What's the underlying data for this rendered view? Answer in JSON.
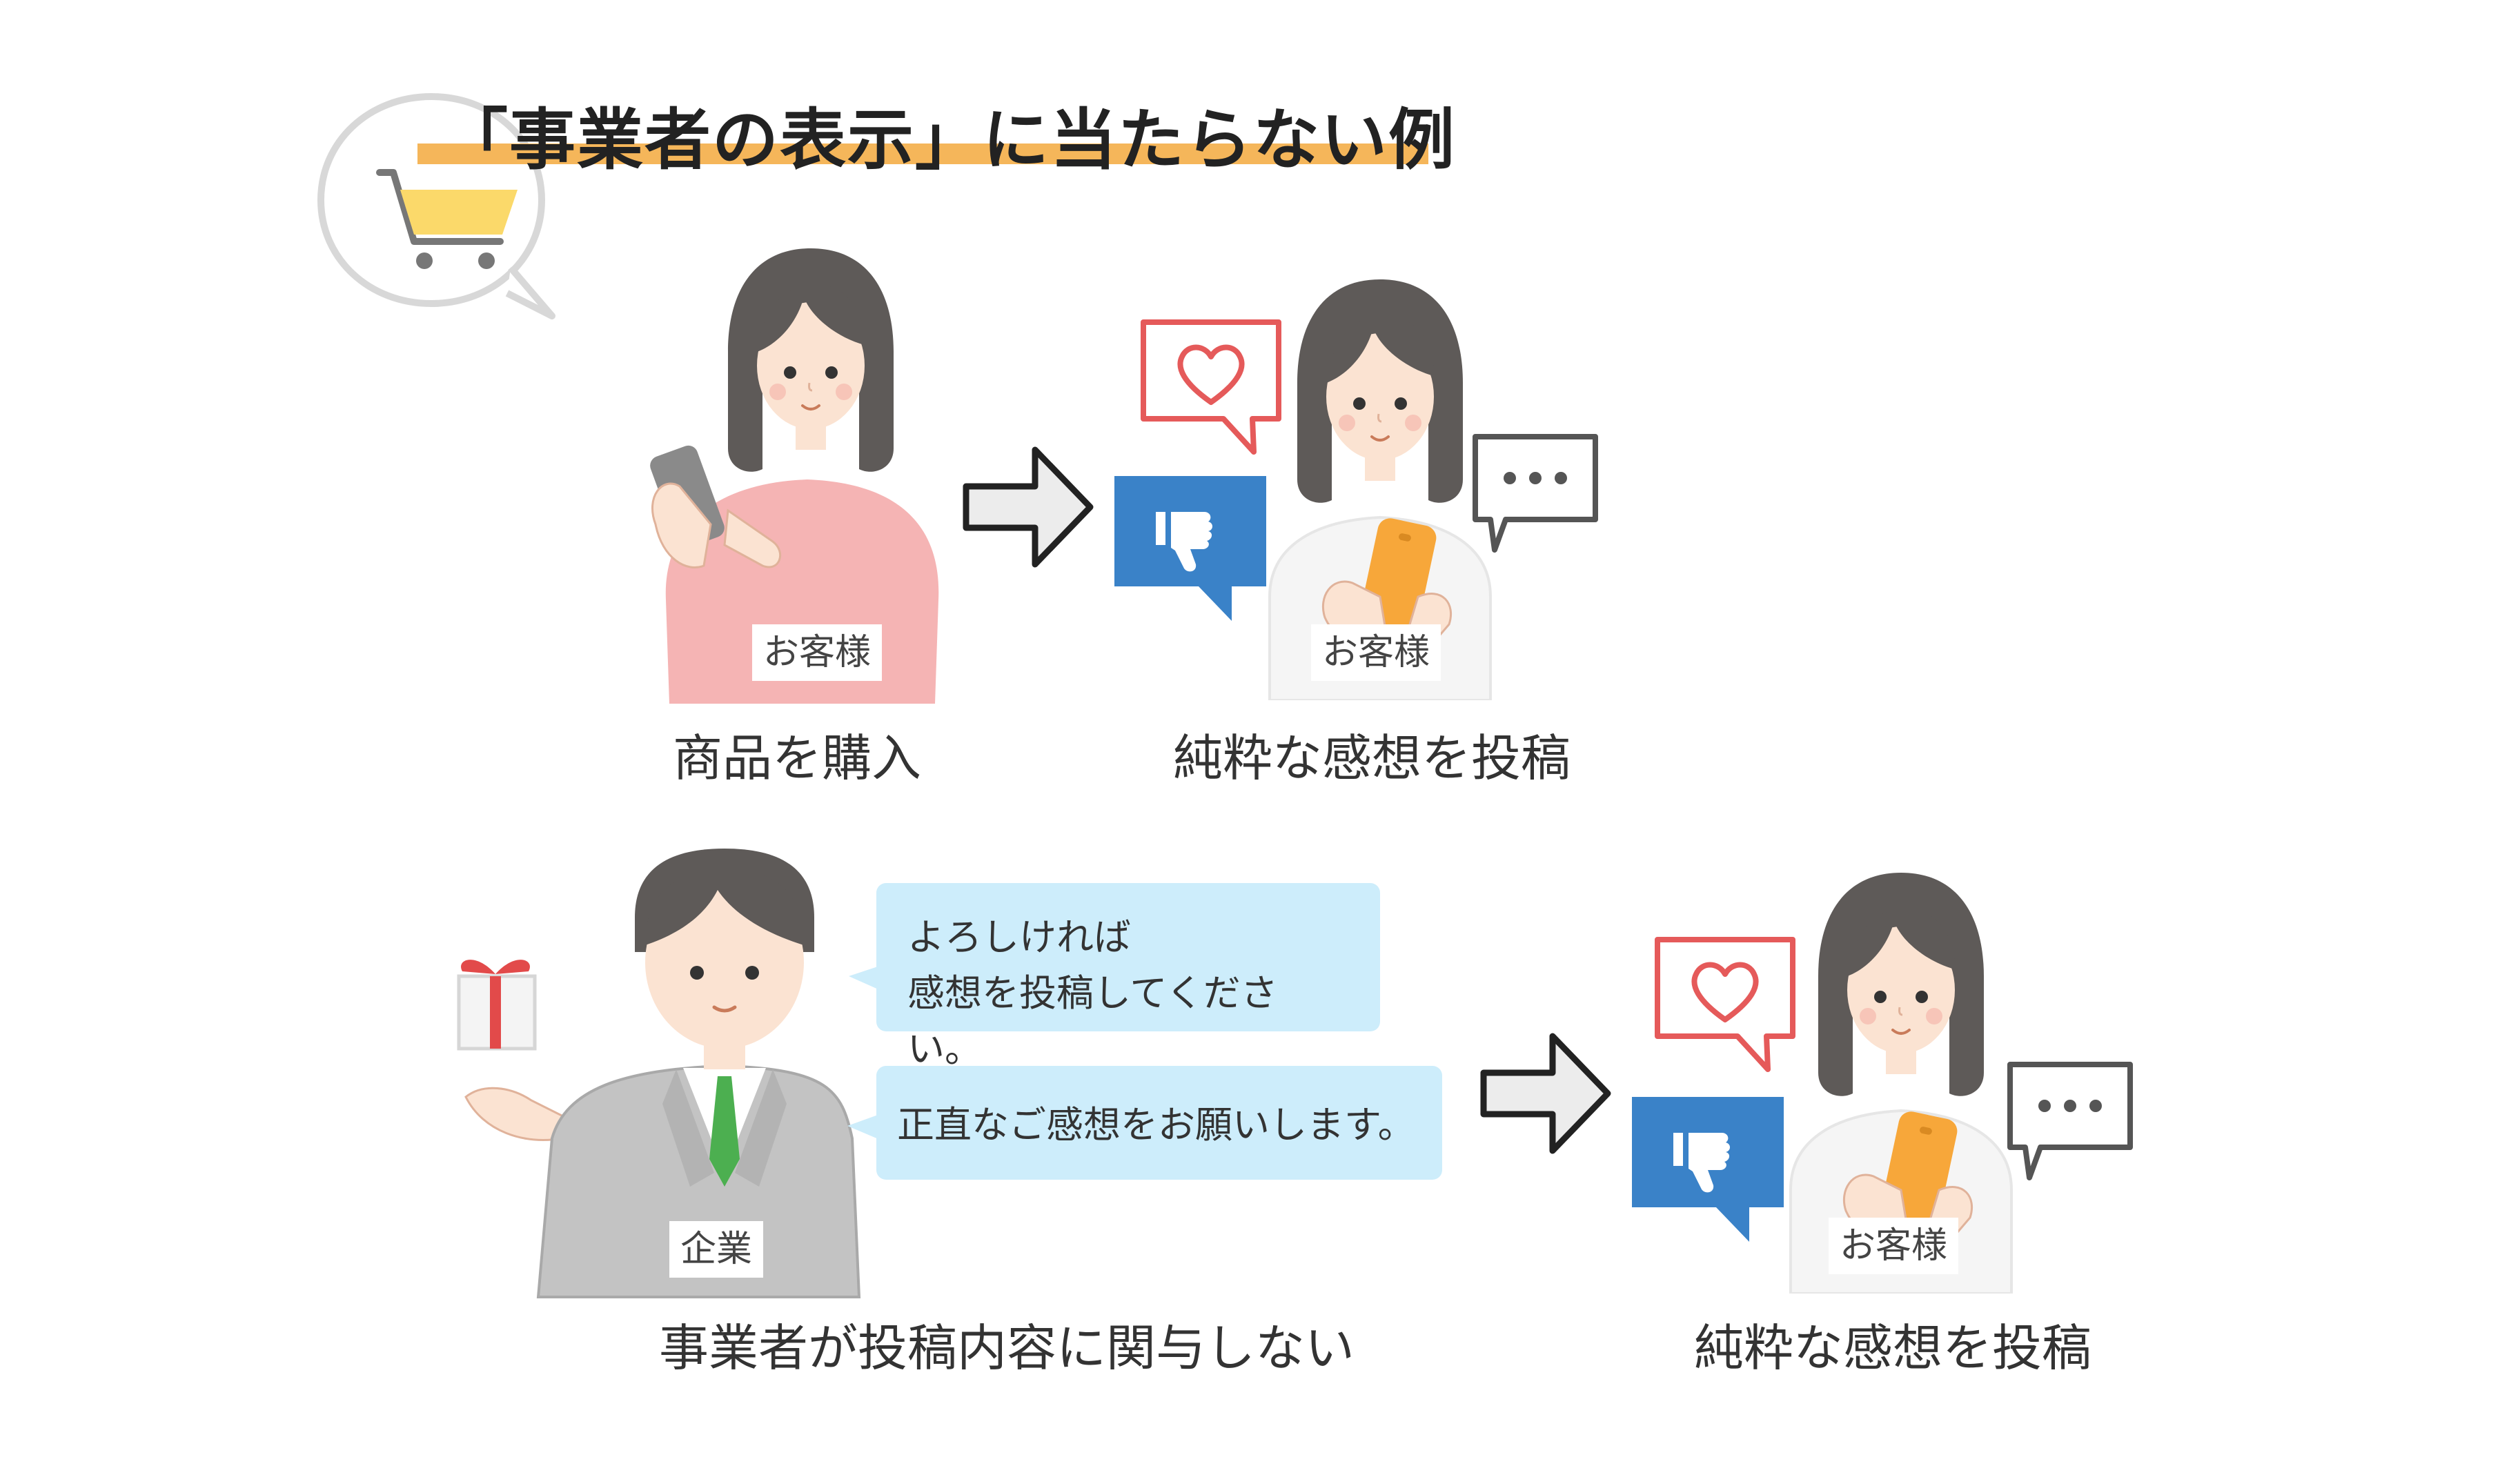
{
  "title": "「事業者の表示」に当たらない例",
  "colors": {
    "title_underline": "#f5b65a",
    "bubble_blue": "#cdedfb",
    "heart_red": "#e55a5a",
    "thumbs_blue": "#3a82c8",
    "cart_yellow": "#fbd96a",
    "phone_orange": "#f7a73a",
    "tie_green": "#4caf50",
    "ribbon_red": "#e24a4a"
  },
  "top_row": {
    "left": {
      "tag": "お客様",
      "caption": "商品を購入",
      "icon": "shopping-cart-icon"
    },
    "right": {
      "tag": "お客様",
      "caption": "純粋な感想を投稿",
      "icons": [
        "heart-icon",
        "thumbs-down-icon",
        "ellipsis-icon"
      ]
    }
  },
  "bottom_row": {
    "left": {
      "tag": "企業",
      "caption": "事業者が投稿内容に関与しない",
      "icon": "gift-box-icon",
      "bubbles": [
        {
          "line1": "よろしければ",
          "line2": "感想を投稿してください。"
        },
        {
          "line1": "正直なご感想をお願いします。"
        }
      ]
    },
    "right": {
      "tag": "お客様",
      "caption": "純粋な感想を投稿",
      "icons": [
        "heart-icon",
        "thumbs-down-icon",
        "ellipsis-icon"
      ]
    }
  }
}
